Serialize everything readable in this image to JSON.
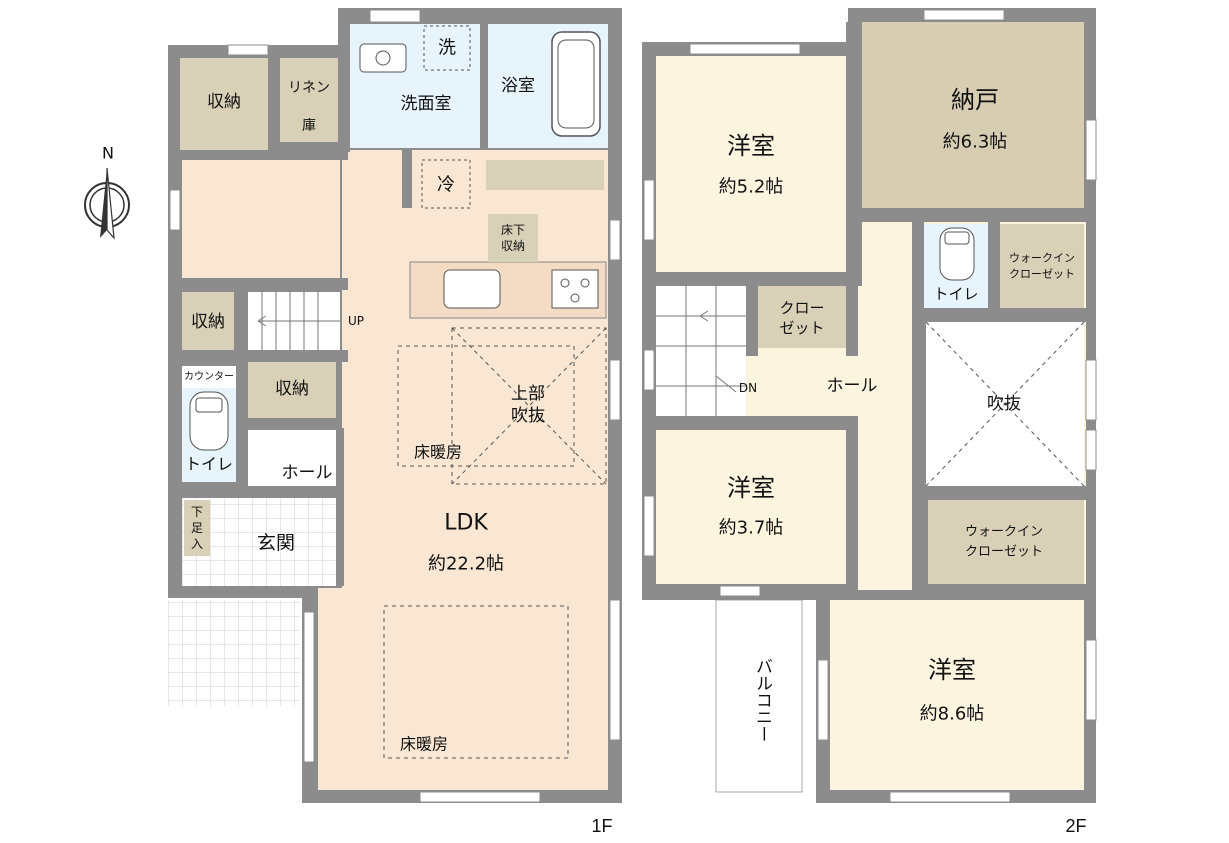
{
  "colors": {
    "wall": "#8c8c8c",
    "beige": "#f9e7d3",
    "yellow": "#fbf5e0",
    "storage": "#d9d0b8",
    "nando": "#d6cdb3",
    "wet": "#e8f4fb",
    "white": "#ffffff"
  },
  "compass": {
    "north": "N"
  },
  "floor1": {
    "label": "1F",
    "rooms": {
      "ldk": "LDK",
      "ldk_size": "約22.2帖",
      "floor_heating_1": "床暖房",
      "floor_heating_2": "床暖房",
      "atrium_line1": "上部",
      "atrium_line2": "吹抜",
      "storage_a": "収納",
      "storage_b": "収納",
      "storage_c": "収納",
      "linen_1": "リネン",
      "linen_2": "庫",
      "wash": "洗",
      "washroom": "洗面室",
      "bath": "浴室",
      "fridge": "冷",
      "underfloor_1": "床下",
      "underfloor_2": "収納",
      "up": "UP",
      "counter": "カウンター",
      "toilet": "トイレ",
      "hall": "ホール",
      "entrance": "玄関",
      "shoebox_1": "下",
      "shoebox_2": "足",
      "shoebox_3": "入"
    }
  },
  "floor2": {
    "label": "2F",
    "rooms": {
      "western_a": "洋室",
      "western_a_size": "約5.2帖",
      "nando": "納戸",
      "nando_size": "約6.3帖",
      "wic_a_1": "ウォークイン",
      "wic_a_2": "クローゼット",
      "toilet": "トイレ",
      "closet_1": "クロー",
      "closet_2": "ゼット",
      "dn": "DN",
      "hall": "ホール",
      "atrium": "吹抜",
      "western_b": "洋室",
      "western_b_size": "約3.7帖",
      "wic_b_1": "ウォークイン",
      "wic_b_2": "クローゼット",
      "balcony": "バルコニー",
      "western_c": "洋室",
      "western_c_size": "約8.6帖"
    }
  }
}
